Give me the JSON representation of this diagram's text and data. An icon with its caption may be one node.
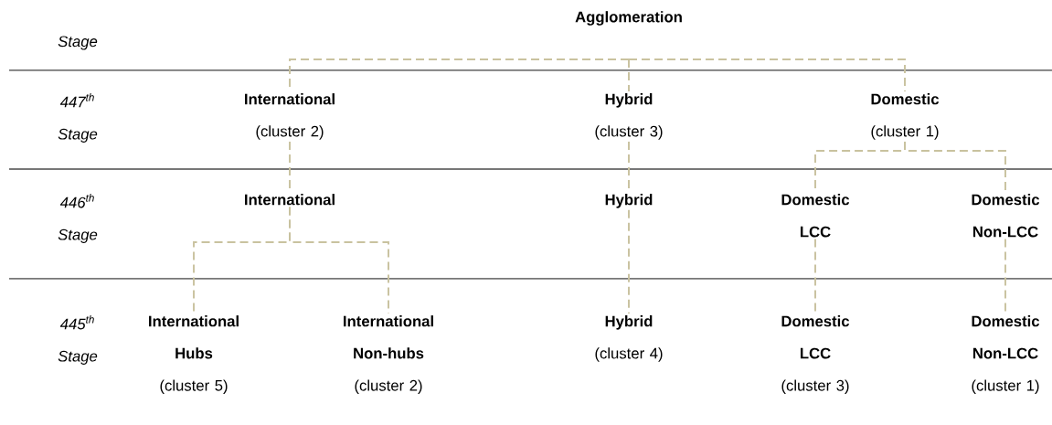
{
  "diagram": {
    "nodes": [
      {
        "text": [
          "International",
          "(cluster 2)"
        ]
      },
      {
        "text": [
          "Hybrid",
          "(cluster 3)"
        ]
      },
      {
        "text": [
          "Domestic",
          "(cluster 1)"
        ]
      },
      {
        "text": [
          "International"
        ]
      },
      {
        "text": [
          "Hybrid"
        ]
      },
      {
        "text": [
          "Domestic LCC"
        ]
      },
      {
        "text": [
          "Domestic Non-LCC"
        ]
      },
      {
        "text": [
          "International Hubs",
          "(cluster 5)"
        ]
      },
      {
        "text": [
          "International Non-hubs",
          "(cluster 2)"
        ]
      },
      {
        "text": [
          "Hybrid",
          "(cluster 4)"
        ]
      },
      {
        "text": [
          "Domestic LCC",
          "(cluster 3)"
        ]
      },
      {
        "text": [
          "Domestic Non-LCC",
          "(cluster 1)"
        ]
      }
    ],
    "edges": [
      {
        "from": null,
        "to": 0,
        "arrow": "none",
        "style": "dashed"
      },
      {
        "from": null,
        "to": 1,
        "arrow": "none",
        "style": "dashed"
      },
      {
        "from": null,
        "to": 2,
        "arrow": "none",
        "style": "dashed"
      },
      {
        "from": 0,
        "to": 3,
        "arrow": "none",
        "style": "dashed"
      },
      {
        "from": 1,
        "to": 4,
        "arrow": "none",
        "style": "dashed"
      },
      {
        "from": 2,
        "to": 5,
        "arrow": "none",
        "style": "dashed"
      },
      {
        "from": 2,
        "to": 6,
        "arrow": "none",
        "style": "dashed"
      },
      {
        "from": 3,
        "to": 7,
        "arrow": "none",
        "style": "dashed"
      },
      {
        "from": 3,
        "to": 8,
        "arrow": "none",
        "style": "dashed"
      },
      {
        "from": 4,
        "to": 9,
        "arrow": "none",
        "style": "dashed"
      },
      {
        "from": 5,
        "to": 10,
        "arrow": "none",
        "style": "dashed"
      },
      {
        "from": 6,
        "to": 11,
        "arrow": "none",
        "style": "dashed"
      }
    ],
    "labels": [
      "Agglomeration",
      "Stage",
      "447$^{th}$ Stage",
      "446$^{th}$ Stage",
      "445$^{th}$ Stage"
    ]
  }
}
